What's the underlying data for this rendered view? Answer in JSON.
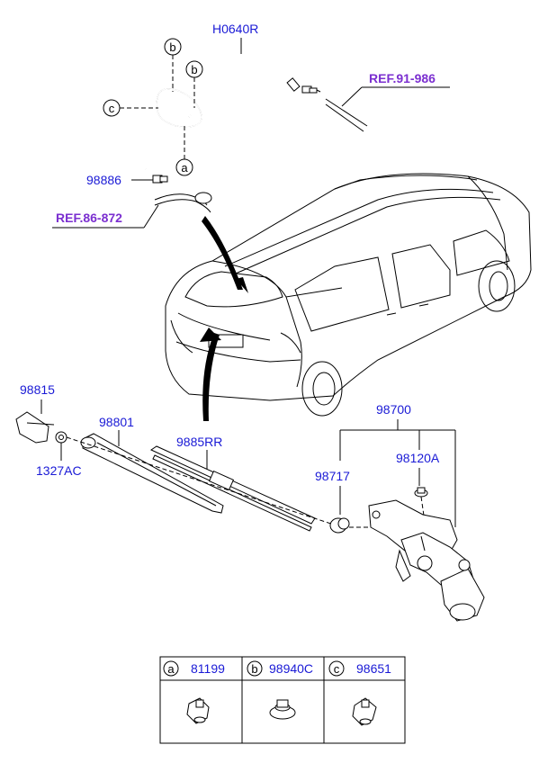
{
  "labels": {
    "hose": "H0640R",
    "ref_top": "REF.91-986",
    "nozzle": "98886",
    "ref_left": "REF.86-872",
    "cap": "98815",
    "nut": "1327AC",
    "arm": "98801",
    "blade": "9885RR",
    "motor_assy": "98700",
    "grommet": "98717",
    "bolt": "98120A"
  },
  "callouts": {
    "a": "a",
    "b": "b",
    "c": "c"
  },
  "legend": [
    {
      "letter": "a",
      "part": "81199"
    },
    {
      "letter": "b",
      "part": "98940C"
    },
    {
      "letter": "c",
      "part": "98651"
    }
  ]
}
